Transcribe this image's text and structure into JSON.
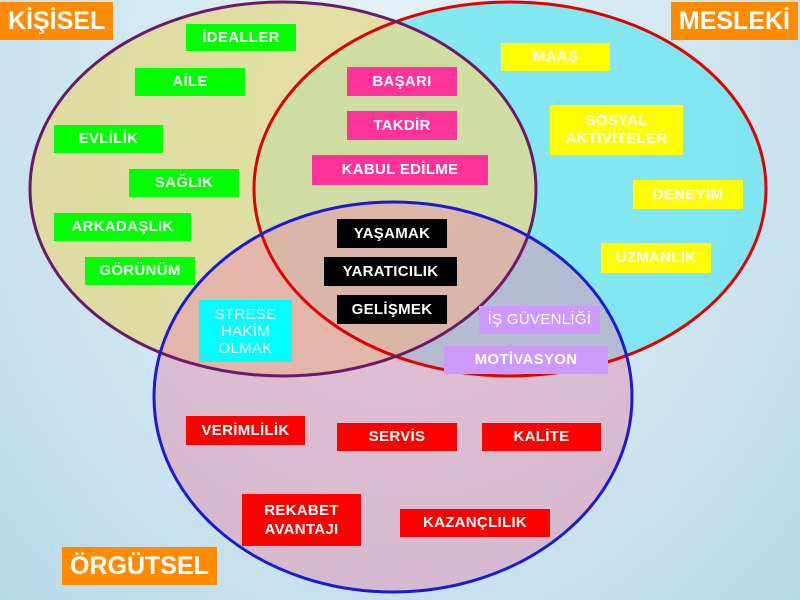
{
  "corners": {
    "kisisel": "KİŞİSEL",
    "mesleki": "MESLEKİ",
    "orgutsel": "ÖRGÜTSEL"
  },
  "colors": {
    "personal_circle": "#e2d98e",
    "professional_circle": "#66e6f0",
    "organizational_circle": "#e0a3b0",
    "corner_label": "#ff8c00"
  },
  "personal": [
    "İDEALLER",
    "AİLE",
    "EVLİLİK",
    "SAĞLIK",
    "ARKADAŞLIK",
    "GÖRÜNÜM"
  ],
  "professional": [
    "MAAŞ",
    "SOSYAL AKTİVİTELER",
    "DENEYİM",
    "UZMANLIK"
  ],
  "personal_professional": [
    "BAŞARI",
    "TAKDİR",
    "KABUL EDİLME"
  ],
  "center": [
    "YAŞAMAK",
    "YARATICILIK",
    "GELİŞMEK"
  ],
  "personal_organizational": [
    "STRESE HAKİM OLMAK"
  ],
  "professional_organizational": [
    "İŞ GÜVENLİĞİ",
    "MOTİVASYON"
  ],
  "organizational": [
    "VERİMLİLİK",
    "SERVİS",
    "KALİTE",
    "REKABET AVANTAJI",
    "KAZANÇLILIK"
  ]
}
